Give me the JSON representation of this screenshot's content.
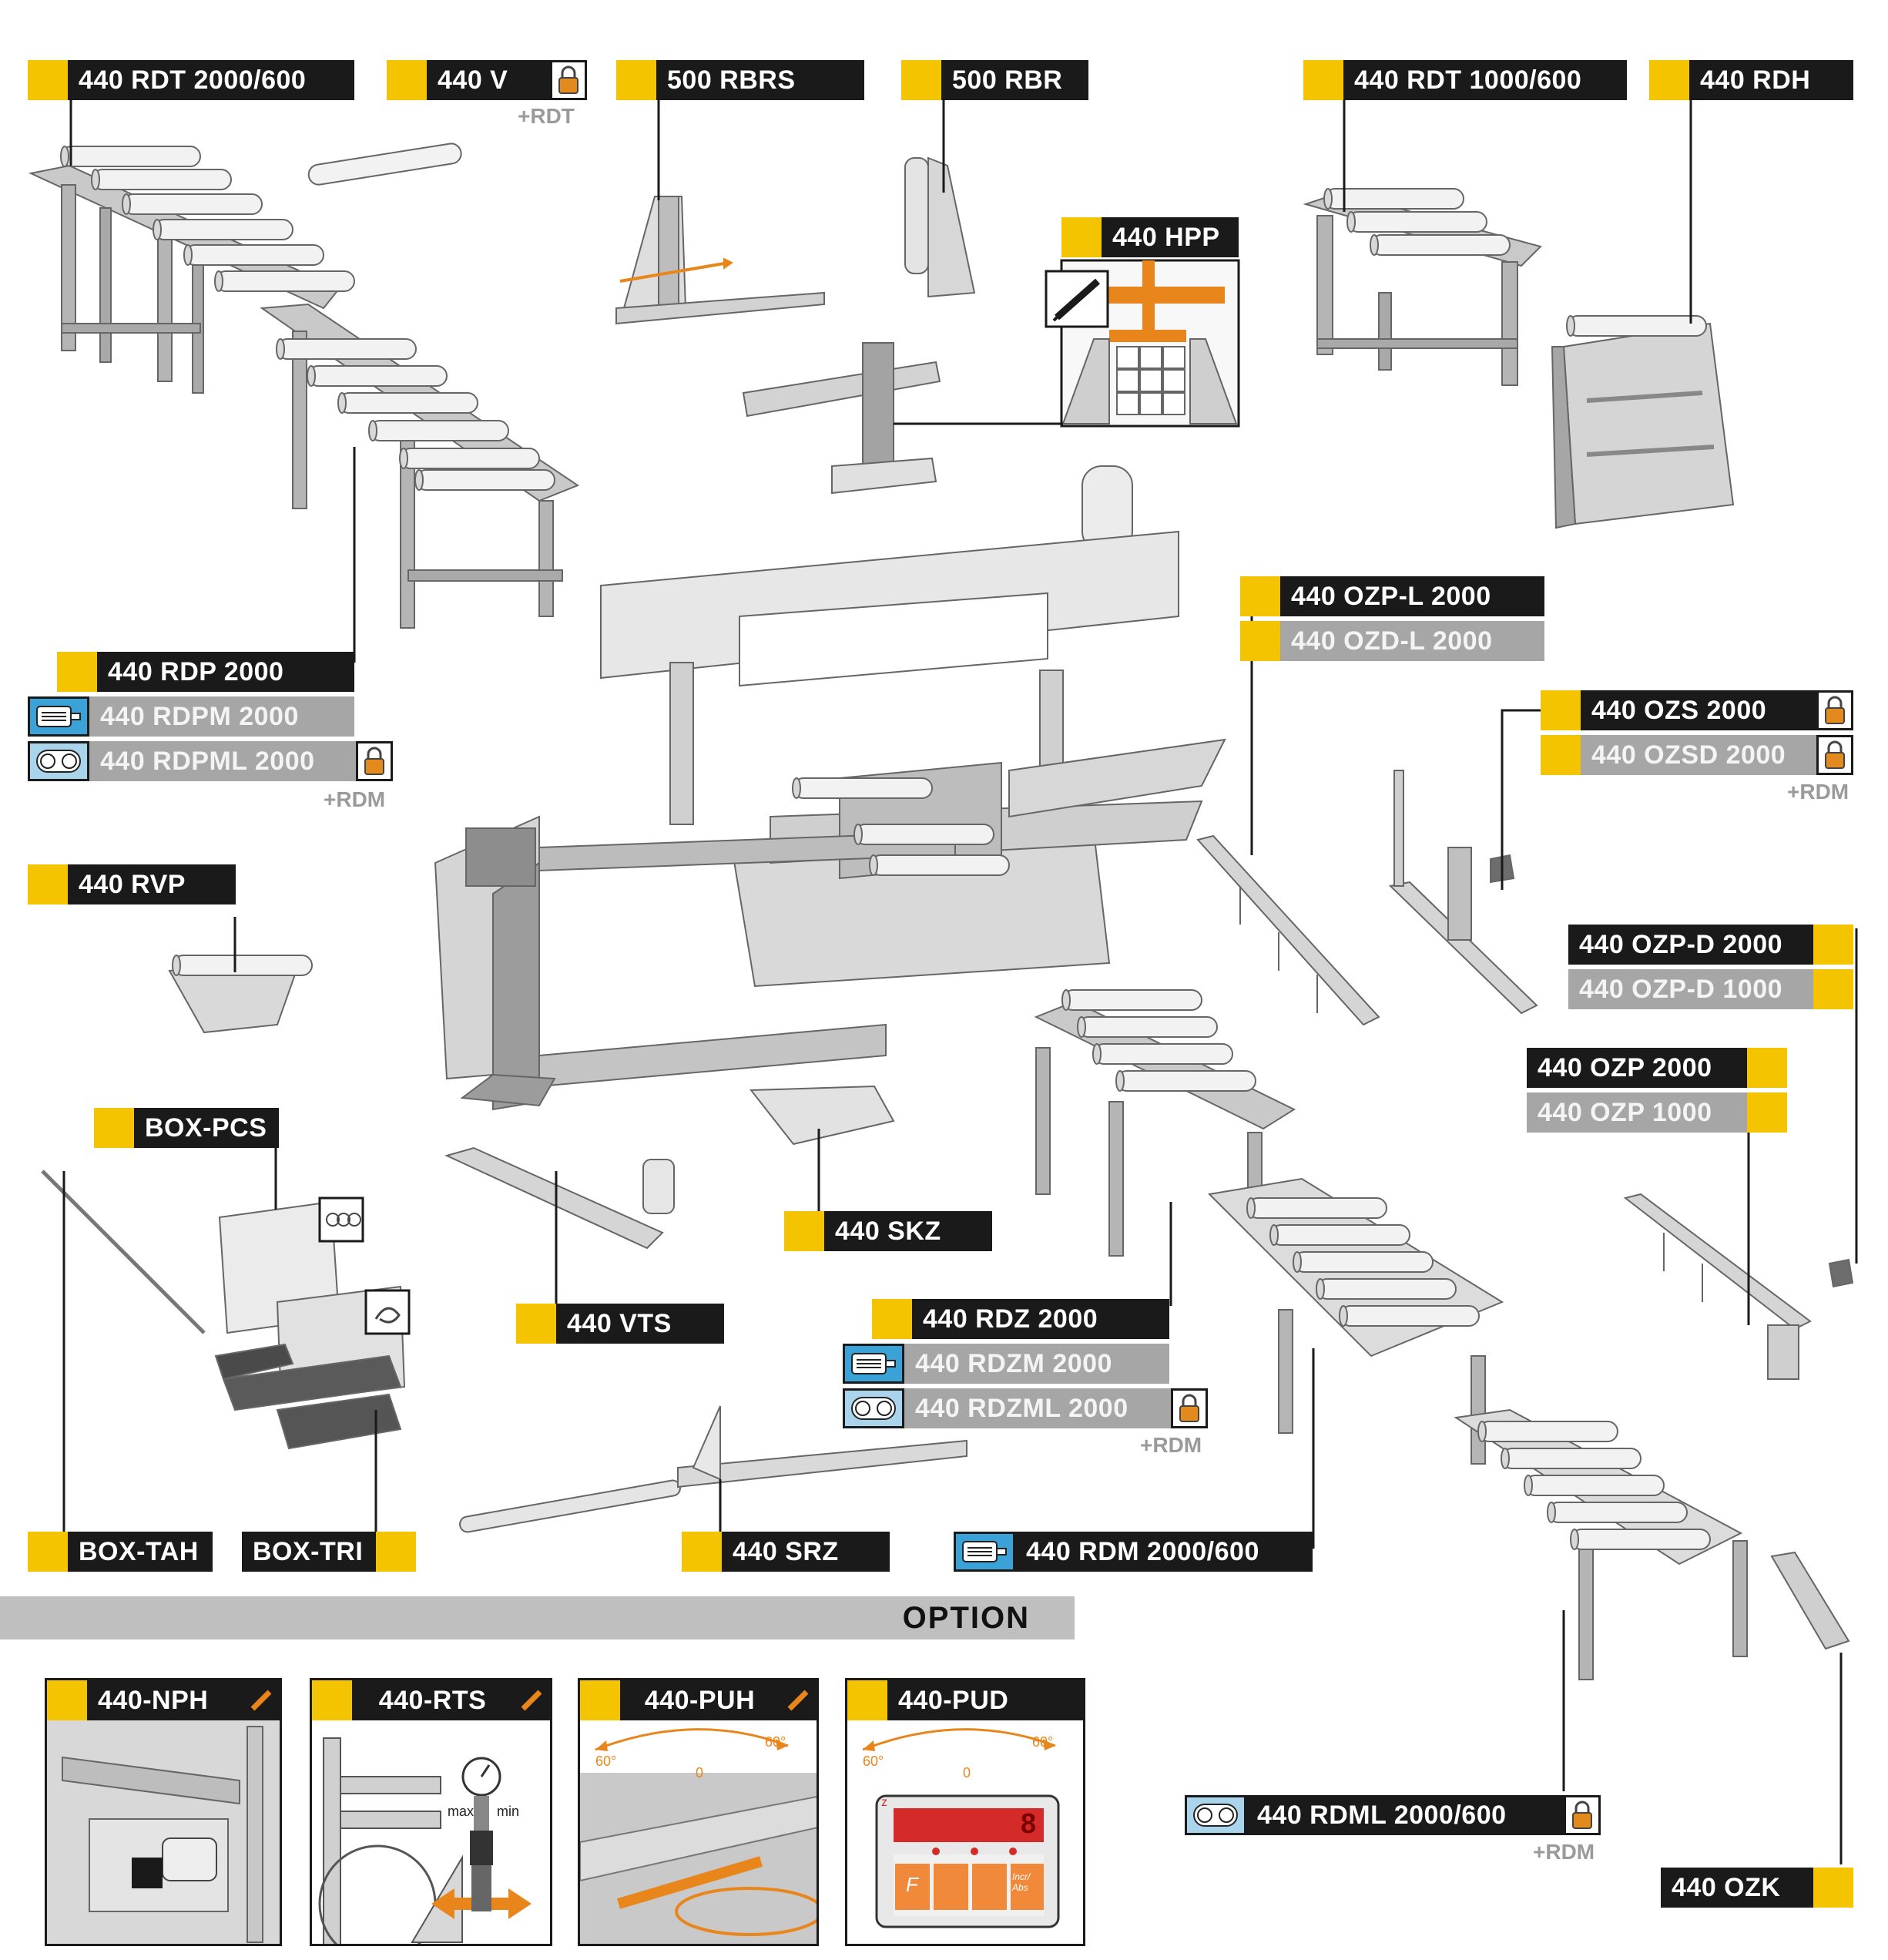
{
  "labels": {
    "rdt2000": "440 RDT 2000/600",
    "v": "440 V",
    "rbrs": "500 RBRS",
    "rbr": "500 RBR",
    "rdt1000": "440 RDT 1000/600",
    "rdh": "440 RDH",
    "hpp": "440 HPP",
    "ozpl": "440 OZP-L 2000",
    "ozdl": "440 OZD-L 2000",
    "rdp": "440 RDP 2000",
    "rdpm": "440 RDPM 2000",
    "rdpml": "440 RDPML 2000",
    "ozs": "440 OZS 2000",
    "ozsd": "440 OZSD 2000",
    "rvp": "440 RVP",
    "ozpd2000": "440 OZP-D 2000",
    "ozpd1000": "440 OZP-D 1000",
    "ozp2000": "440 OZP 2000",
    "ozp1000": "440 OZP 1000",
    "boxpcs": "BOX-PCS",
    "skz": "440 SKZ",
    "vts": "440 VTS",
    "rdz": "440 RDZ 2000",
    "rdzm": "440 RDZM 2000",
    "rdzml": "440 RDZML 2000",
    "boxtah": "BOX-TAH",
    "boxtri": "BOX-TRI",
    "srz": "440 SRZ",
    "rdm": "440 RDM 2000/600",
    "rdml": "440 RDML 2000/600",
    "ozk": "440 OZK"
  },
  "suffixes": {
    "rdt": "+RDT",
    "rdm_a": "+RDM",
    "rdm_b": "+RDM",
    "rdm_c": "+RDM",
    "rdm_d": "+RDM"
  },
  "option": {
    "title": "OPTION",
    "panels": [
      {
        "label": "440-NPH"
      },
      {
        "label": "440-RTS",
        "gauge_max": "max",
        "gauge_min": "min"
      },
      {
        "label": "440-PUH",
        "angle_left": "60°",
        "angle_center": "0",
        "angle_right": "60°"
      },
      {
        "label": "440-PUD",
        "angle_left": "60°",
        "angle_center": "0",
        "angle_right": "60°",
        "display_axis": "z",
        "display_value": "8",
        "key_f": "F",
        "key_abs": "Incr/ Abs"
      }
    ]
  },
  "colors": {
    "accent_yellow": "#f5c400",
    "label_black": "#1a1a1a",
    "label_gray": "#a6a6a6",
    "motor_blue": "#3aa2d6",
    "motor_blue_light": "#a9d4ec",
    "lock_orange": "#e38a1f",
    "direction_orange": "#e8861c",
    "machine_gray": "#cfcfcf",
    "machine_dark": "#8f8f8f"
  }
}
